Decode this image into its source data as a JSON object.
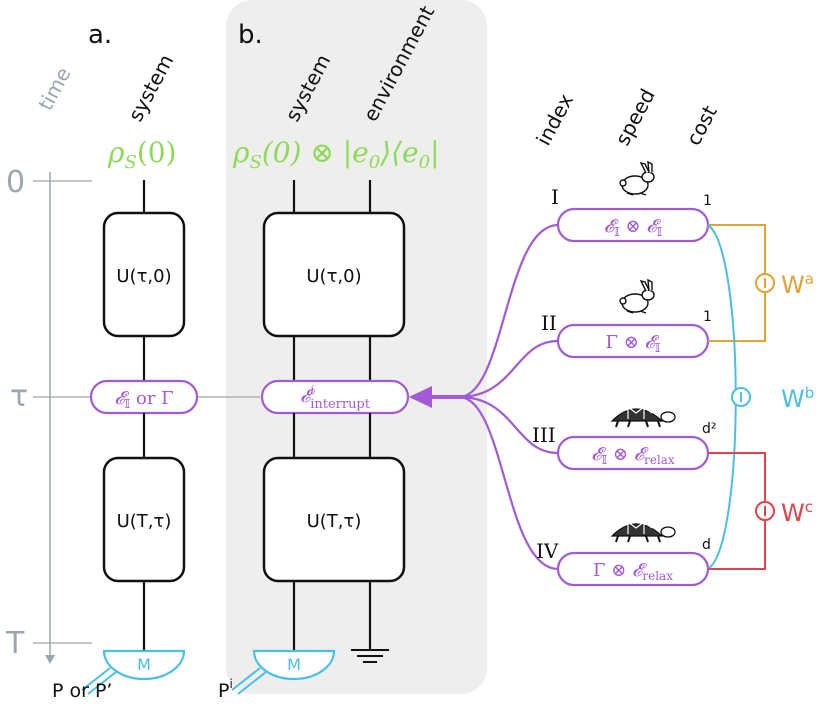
{
  "colors": {
    "green": "#8fd95a",
    "purple": "#a15bd6",
    "blue": "#4bbfe3",
    "orange": "#e2a235",
    "red": "#e0434b",
    "gray": "#9aa7ae",
    "panel": "#eeeeec"
  },
  "panel_a": {
    "label": "a.",
    "system_label": "system",
    "state": "ρ",
    "state_sub": "S",
    "state_tail": "(0)",
    "gate1": "U(τ,0)",
    "channel_a": "𝓔",
    "channel_sub": "𝕀",
    "channel_b": " or Γ",
    "gate2": "U(T,τ)",
    "measure": "M",
    "prob": "P or P’"
  },
  "panel_b": {
    "label": "b.",
    "system_label": "system",
    "env_label": "environment",
    "state": "ρ",
    "state_sub": "S",
    "state_mid": "(0) ⊗ |e",
    "state_sub2": "0",
    "state_mid2": "⟩⟨e",
    "state_sub3": "0",
    "state_tail": "|",
    "gate1": "U(τ,0)",
    "channel": "𝓔",
    "channel_sup": "i",
    "channel_sub": "interrupt",
    "gate2": "U(T,τ)",
    "measure": "M",
    "prob": "P",
    "prob_sup": "i"
  },
  "time_axis": {
    "label": "time",
    "ticks": [
      "0",
      "τ",
      "T"
    ]
  },
  "columns": {
    "index": "index",
    "speed": "speed",
    "cost": "cost"
  },
  "options": [
    {
      "index": "I",
      "speed_icon": "rabbit-icon",
      "cost": "1",
      "left": "𝓔",
      "left_sub": "𝕀",
      "op": " ⊗ ",
      "right": "𝓔",
      "right_sub": "𝕀"
    },
    {
      "index": "II",
      "speed_icon": "rabbit-icon",
      "cost": "1",
      "left": "Γ",
      "left_sub": "",
      "op": " ⊗ ",
      "right": "𝓔",
      "right_sub": "𝕀"
    },
    {
      "index": "III",
      "speed_icon": "turtle-icon",
      "cost": "d²",
      "left": "𝓔",
      "left_sub": "𝕀",
      "op": " ⊗ ",
      "right": "𝓔",
      "right_sub": "relax"
    },
    {
      "index": "IV",
      "speed_icon": "turtle-icon",
      "cost": "d",
      "left": "Γ",
      "left_sub": "",
      "op": " ⊗ ",
      "right": "𝓔",
      "right_sub": "relax"
    }
  ],
  "work": {
    "a": "W",
    "a_sup": "a",
    "b": "W",
    "b_sup": "b",
    "c": "W",
    "c_sup": "c",
    "minus": "−"
  }
}
